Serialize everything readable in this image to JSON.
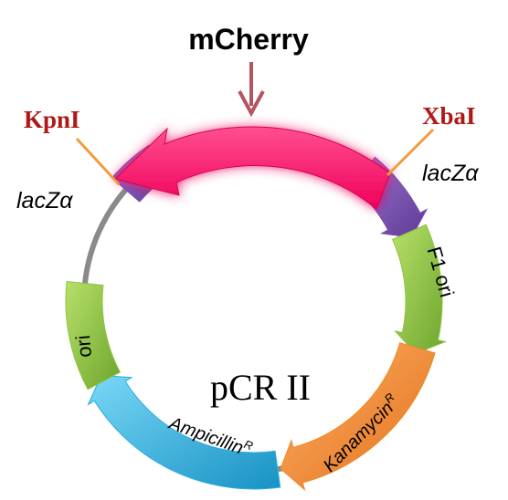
{
  "insert": {
    "name": "mCherry",
    "color": "#ff0a64"
  },
  "restriction_sites": [
    {
      "name": "KpnI",
      "color": "#b01818"
    },
    {
      "name": "XbaI",
      "color": "#b01818"
    }
  ],
  "plasmid": {
    "name": "pCR II",
    "backbone_color": "#8a8a8a"
  },
  "features": [
    {
      "name": "lacZα-left",
      "label": "",
      "color": "#7a4fb0"
    },
    {
      "name": "lacZα-right",
      "label": "",
      "color": "#7a4fb0"
    },
    {
      "name": "f1-ori",
      "label": "F1 ori",
      "color": "#8bc43f"
    },
    {
      "name": "kanamycin",
      "label": "Kanamycin",
      "superscript": "R",
      "color": "#f08a24"
    },
    {
      "name": "ampicillin",
      "label": "Ampicillin",
      "superscript": "R",
      "color": "#29aee0"
    },
    {
      "name": "ori",
      "label": "ori",
      "color": "#8bc43f"
    }
  ],
  "outside_labels": {
    "lacz_left": "lacZα",
    "lacz_right": "lacZα"
  }
}
